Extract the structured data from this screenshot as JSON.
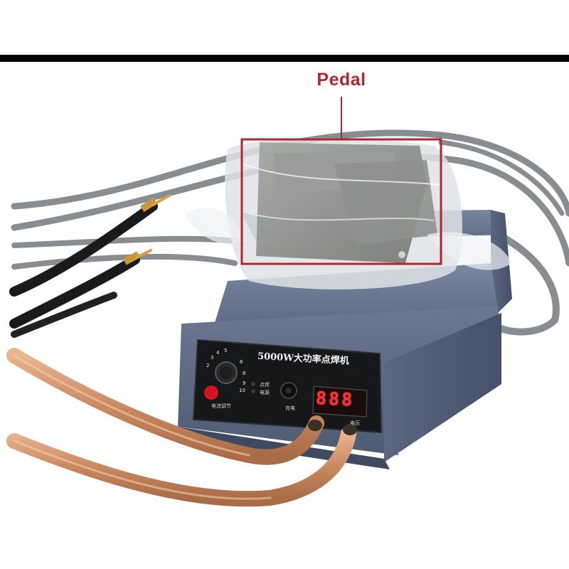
{
  "callout": {
    "label": "Pedal",
    "color": "#b5252f"
  },
  "device": {
    "title": "5000W大功率点焊机",
    "dial_numbers": [
      "2",
      "3",
      "4",
      "5",
      "6",
      "8",
      "9",
      "10"
    ],
    "dial_caption": "电流调节",
    "indicator_labels": [
      "点焊",
      "电源"
    ],
    "power_port_label": "充电",
    "display_value": "888",
    "display_caption": "电压"
  }
}
